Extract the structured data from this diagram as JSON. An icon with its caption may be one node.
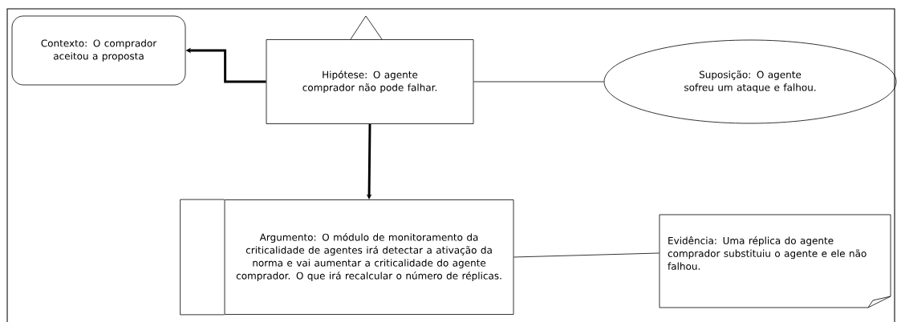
{
  "diagram": {
    "nodes": [
      {
        "text": [
          "Contexto: O comprador aceitou a proposta"
        ]
      },
      {
        "text": [
          "Hipótese: O agente comprador não pode falhar."
        ]
      },
      {
        "text": [
          "Suposição: O agente sofreu um ataque e falhou."
        ]
      },
      {
        "text": [
          "Argumento: O módulo de monitoramento da criticalidade de agentes irá detectar a ativação da norma e vai aumentar a criticalidade do agente comprador. O que irá recalcular o número de réplicas."
        ]
      },
      {
        "text": [
          "Evidência: Uma réplica do agente comprador substituiu o agente e ele não falhou."
        ]
      }
    ],
    "edges": [
      {
        "from": 1,
        "to": 0,
        "arrow": "to",
        "style": "thick"
      },
      {
        "from": 1,
        "to": 2,
        "arrow": "none"
      },
      {
        "from": 1,
        "to": 3,
        "arrow": "to",
        "style": "thick"
      },
      {
        "from": 3,
        "to": 4,
        "arrow": "none"
      }
    ]
  }
}
